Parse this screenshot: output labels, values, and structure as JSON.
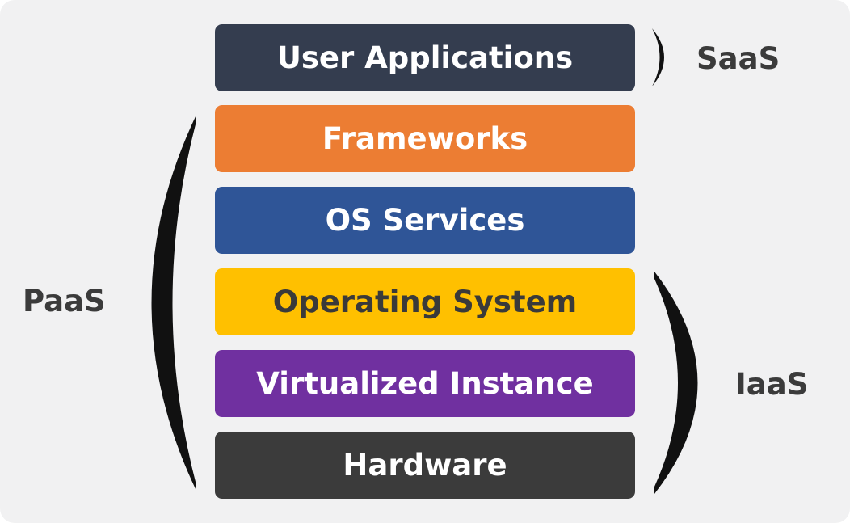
{
  "layers": [
    {
      "label": "User Applications",
      "color": "#343d4f",
      "text_color": "#ffffff"
    },
    {
      "label": "Frameworks",
      "color": "#ec7d33",
      "text_color": "#ffffff"
    },
    {
      "label": "OS Services",
      "color": "#2f5597",
      "text_color": "#ffffff"
    },
    {
      "label": "Operating System",
      "color": "#ffc000",
      "text_color": "#3a3a3a"
    },
    {
      "label": "Virtualized Instance",
      "color": "#7030a0",
      "text_color": "#ffffff"
    },
    {
      "label": "Hardware",
      "color": "#3b3b3b",
      "text_color": "#ffffff"
    }
  ],
  "groups": {
    "saas": {
      "label": "SaaS"
    },
    "paas": {
      "label": "PaaS"
    },
    "iaas": {
      "label": "IaaS"
    }
  },
  "colors": {
    "background": "#f1f1f2",
    "bracket": "#111111",
    "label_text": "#3b3b3b"
  }
}
